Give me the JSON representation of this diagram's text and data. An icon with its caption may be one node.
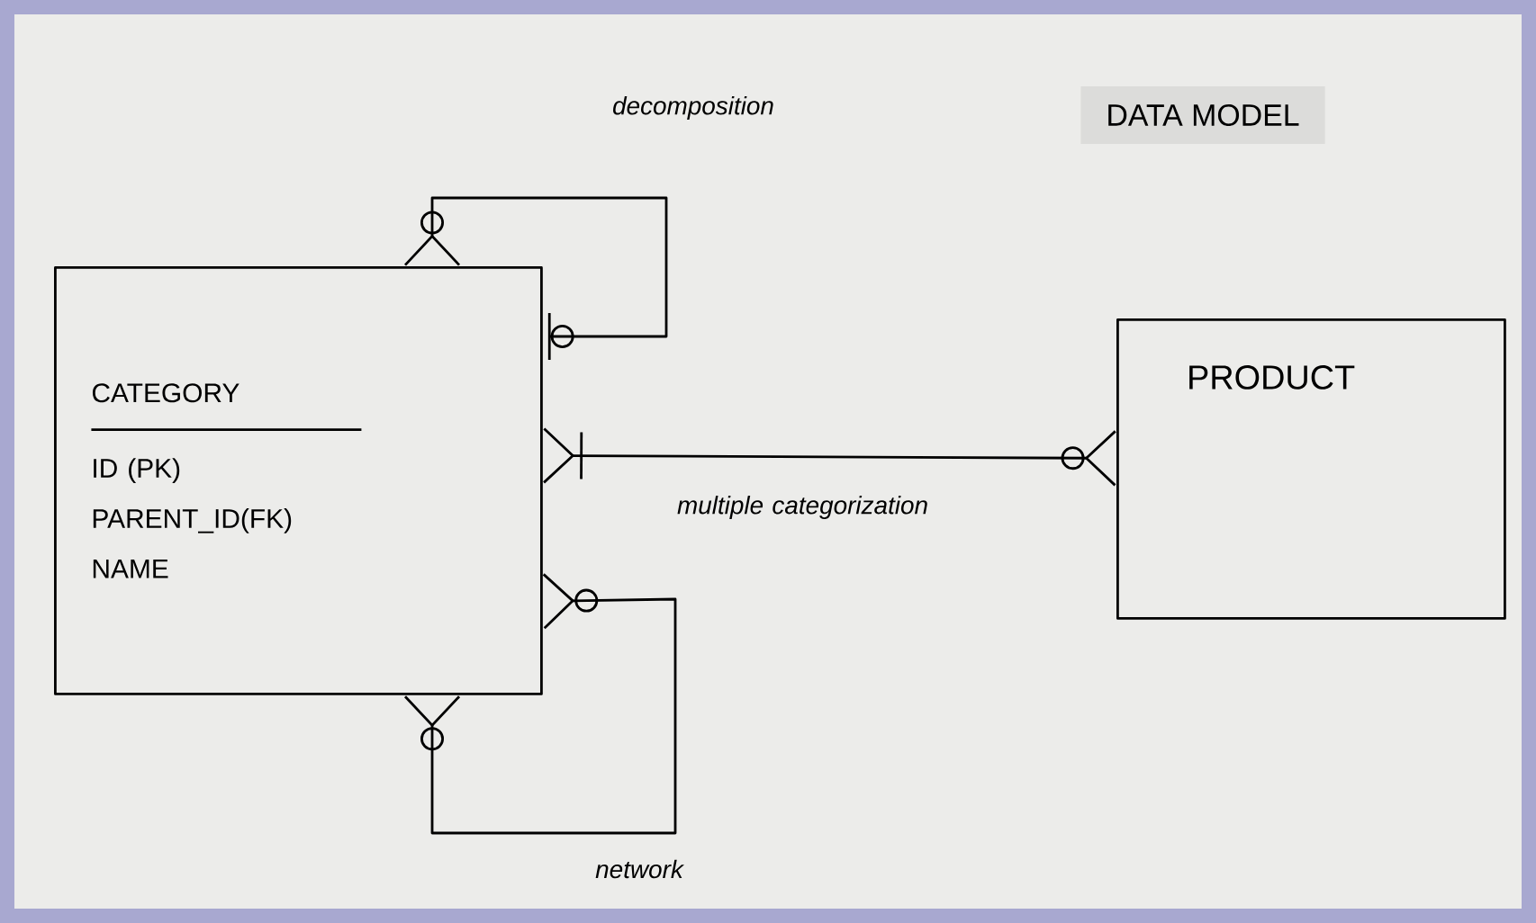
{
  "diagram": {
    "title": "DATA MODEL",
    "nodes": [
      {
        "text": [
          "CATEGORY",
          "ID (PK)",
          "PARENT_ID(FK)",
          "NAME"
        ]
      },
      {
        "text": [
          "PRODUCT"
        ]
      }
    ],
    "edges": [
      {
        "from": 0,
        "to": 0,
        "arrow": "other",
        "label": "decomposition"
      },
      {
        "from": 0,
        "to": 1,
        "arrow": "other",
        "label": "multiple categorization"
      },
      {
        "from": 0,
        "to": 0,
        "arrow": "other",
        "label": "network"
      }
    ]
  }
}
